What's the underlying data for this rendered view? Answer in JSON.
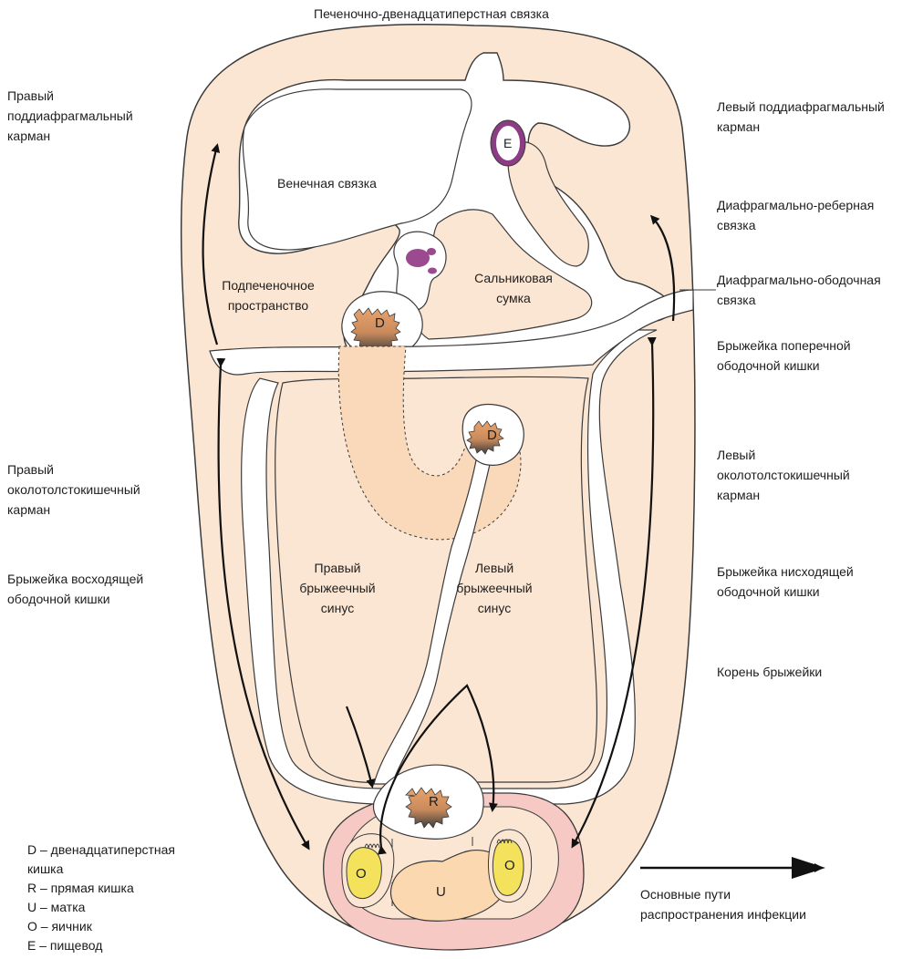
{
  "labels": {
    "hepatoduodenal_ligament": "Печеночно-двенадцатиперстная связка",
    "right_subphrenic": "Правый\nподдиафрагмальный\nкарман",
    "left_subphrenic": "Левый поддиафрагмальный\nкарман",
    "coronary_ligament": "Венечная связка",
    "phrenicocostal": "Диафрагмально-реберная\nсвязка",
    "phrenicocolic": "Диафрагмально-ободочная\nсвязка",
    "subhepatic": "Подпеченочное\nпространство",
    "omental_bursa": "Сальниковая\nсумка",
    "transverse_mesocolon": "Брыжейка поперечной\nободочной кишки",
    "right_paracolic": "Правый\nоколотолстокишечный\nкарман",
    "left_paracolic": "Левый\nоколотолстокишечный\nкарман",
    "ascending_mesocolon": "Брыжейка восходящей\nободочной кишки",
    "descending_mesocolon": "Брыжейка нисходящей\nободочной кишки",
    "right_mesenteric_sinus": "Правый\nбрыжеечный\nсинус",
    "left_mesenteric_sinus": "Левый\nбрыжеечный\nсинус",
    "mesentery_root": "Корень брыжейки"
  },
  "organ_letters": {
    "esophagus": "E",
    "duodenum_upper": "D",
    "duodenum_lower": "D",
    "rectum": "R",
    "uterus": "U",
    "ovary_left": "O",
    "ovary_right": "O"
  },
  "legend": [
    "D – двенадцатиперстная\n      кишка",
    "R – прямая кишка",
    "U – матка",
    "O – яичник",
    "E – пищевод"
  ],
  "arrow_legend": "Основные пути\nраспространения инфекции",
  "colors": {
    "peritoneum_fill": "#fbe6d3",
    "outline": "#3a3a3a",
    "pelvis_fill": "#f6c9c4",
    "organ_fill": "#e9a36b",
    "ovary_fill": "#f4e25c",
    "esophagus_ring": "#8b3c84",
    "arrow": "#111111"
  }
}
